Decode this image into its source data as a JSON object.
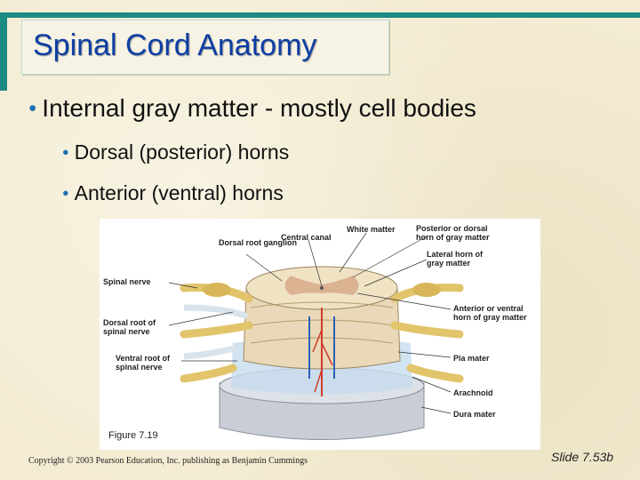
{
  "slide": {
    "title": "Spinal Cord Anatomy",
    "bullets": [
      {
        "level": 1,
        "text": "Internal gray matter - mostly cell bodies"
      },
      {
        "level": 2,
        "text": "Dorsal (posterior) horns"
      },
      {
        "level": 2,
        "text": "Anterior (ventral) horns"
      }
    ],
    "figure": {
      "caption": "Figure 7.19",
      "labels": {
        "dorsal_root_ganglion": "Dorsal root ganglion",
        "central_canal": "Central canal",
        "white_matter": "White matter",
        "posterior_horn": "Posterior or dorsal horn of gray matter",
        "lateral_horn": "Lateral horn of gray matter",
        "spinal_nerve": "Spinal nerve",
        "dorsal_root": "Dorsal root of spinal nerve",
        "anterior_horn": "Anterior or ventral horn of gray matter",
        "pia_mater": "Pia mater",
        "ventral_root": "Ventral root of spinal nerve",
        "arachnoid": "Arachnoid",
        "dura_mater": "Dura mater"
      }
    },
    "copyright": "Copyright © 2003 Pearson Education, Inc. publishing as Benjamin Cummings",
    "slide_number": "Slide 7.53b"
  },
  "colors": {
    "accent": "#1d8a84",
    "title": "#0d3ea3",
    "bullet": "#1d6fb0"
  }
}
